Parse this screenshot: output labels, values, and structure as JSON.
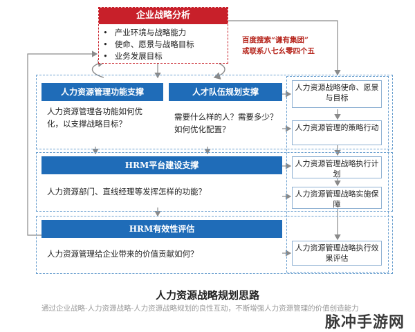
{
  "top_box": {
    "title": "企业战略分析",
    "items": [
      "产业环境与战略能力",
      "使命、愿景与战略目标",
      "业务发展目标"
    ]
  },
  "baidu_note": {
    "line1": "百度搜索“谦有集团”",
    "line2": "或联系八七幺零四个五"
  },
  "blocks": {
    "hrm_function": {
      "title": "人力资源管理功能支撑",
      "text": "人力资源管理各功能如何优化，以支撑战略目标？"
    },
    "talent_team": {
      "title": "人才队伍规划支撑",
      "text": "需要什么样的人？需要多少？如何优化配置？"
    },
    "hrm_platform": {
      "title": "HRM平台建设支撑",
      "text": "人力资源部门、直线经理等发挥怎样的功能？"
    },
    "hrm_eval": {
      "title": "HRM有效性评估",
      "text": "人力资源管理给企业带来的价值贡献如何？"
    }
  },
  "right_steps": [
    "人力资源战略使命、愿景与目标",
    "人力资源管理的策略行动",
    "人力资源管理战略执行计划",
    "人力资源管理战略实施保障",
    "人力资源管理战略执行效果评估"
  ],
  "caption": "人力资源战略规划思路",
  "description": "通过企业战略-人力资源战略-人力资源战略规划的良性互动，不断增强人力资源管理的价值创造能力",
  "watermark": "脉冲手游网",
  "colors": {
    "red_header": "#c8202a",
    "blue_header": "#1f6cb8",
    "dashed_border": "#6a9fcf",
    "arrow_gray": "#8a8a8a"
  }
}
